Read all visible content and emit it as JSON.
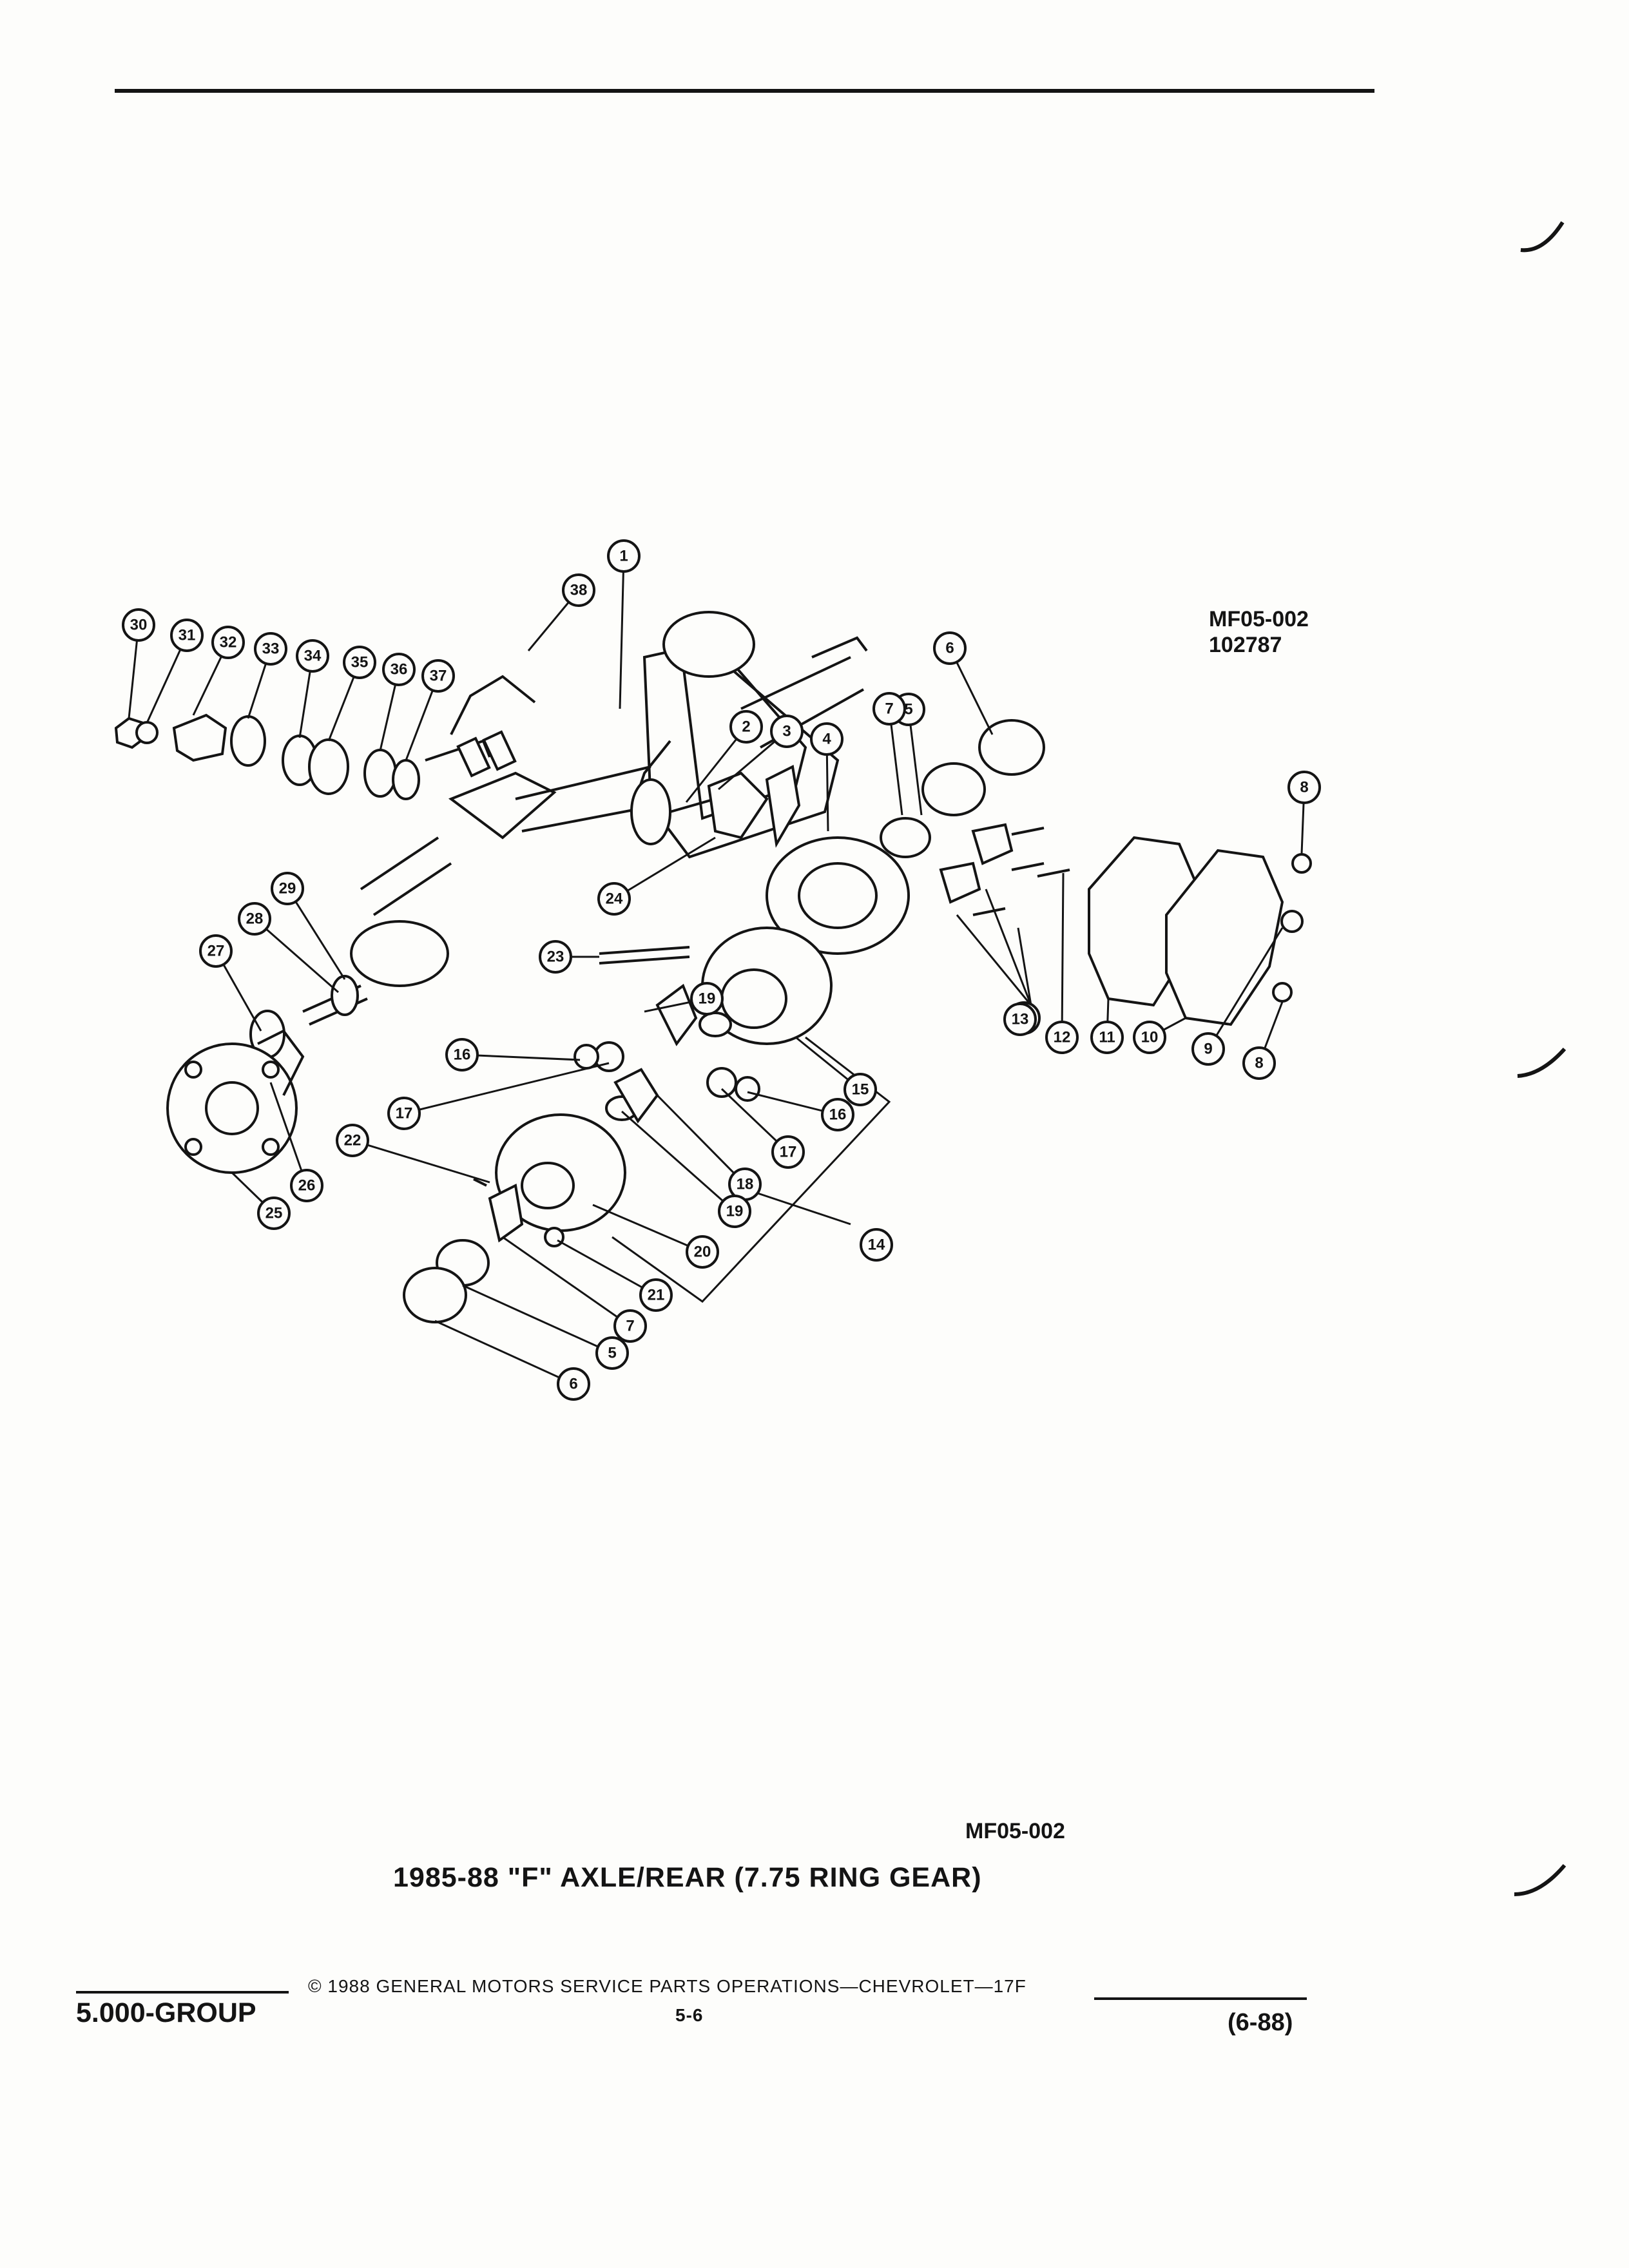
{
  "diagram": {
    "ref_code_top": "MF05-002",
    "ref_number_top": "102787",
    "ref_code_bottom": "MF05-002",
    "title": "1985-88 \"F\" AXLE/REAR (7.75 RING GEAR)"
  },
  "footer": {
    "group": "5.000-GROUP",
    "copyright": "© 1988 GENERAL MOTORS SERVICE PARTS OPERATIONS—CHEVROLET—17F",
    "page": "5-6",
    "date": "(6-88)"
  },
  "callouts": [
    "1",
    "2",
    "3",
    "4",
    "5",
    "6",
    "7",
    "8",
    "9",
    "10",
    "11",
    "12",
    "13",
    "14",
    "15",
    "16",
    "17",
    "18",
    "19",
    "20",
    "21",
    "22",
    "23",
    "24",
    "25",
    "26",
    "27",
    "28",
    "29",
    "30",
    "31",
    "32",
    "33",
    "34",
    "35",
    "36",
    "37",
    "38",
    "13",
    "5",
    "6",
    "7",
    "8",
    "16",
    "17",
    "19",
    "5",
    "6",
    "7"
  ]
}
